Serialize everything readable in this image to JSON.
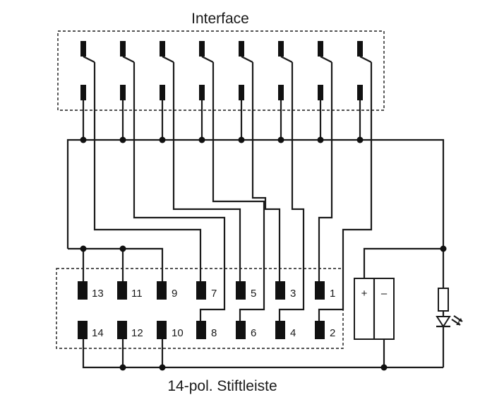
{
  "titles": {
    "top": "Interface",
    "bottom": "14-pol. Stiftleiste"
  },
  "pins_top_row": [
    "13",
    "11",
    "9",
    "7",
    "5",
    "3",
    "1"
  ],
  "pins_bottom_row": [
    "14",
    "12",
    "10",
    "8",
    "6",
    "4",
    "2"
  ],
  "capacitor": {
    "plus": "+",
    "minus": "–"
  }
}
